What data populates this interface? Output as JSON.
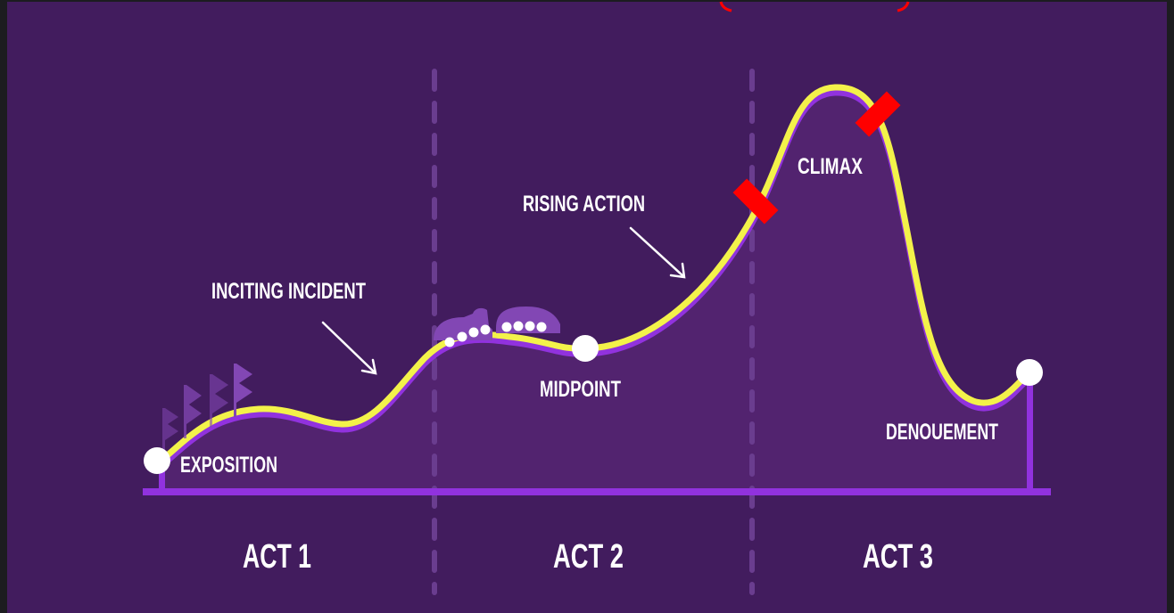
{
  "labels": {
    "exposition": "EXPOSITION",
    "inciting_incident": "INCITING INCIDENT",
    "midpoint": "MIDPOINT",
    "rising_action": "RISING ACTION",
    "climax": "CLIMAX",
    "denouement": "DENOUEMENT"
  },
  "acts": [
    "ACT 1",
    "ACT 2",
    "ACT 3"
  ],
  "colors": {
    "background": "#421c5e",
    "mountain_fill": "#52236f",
    "story_line": "#f3f24a",
    "purple_line": "#9132de",
    "accent_red": "#ff0000",
    "divider": "#6a3d8f",
    "marker": "#ffffff"
  },
  "icons": [
    "flags-icon",
    "rollercoaster-icon",
    "arrow-icon"
  ]
}
